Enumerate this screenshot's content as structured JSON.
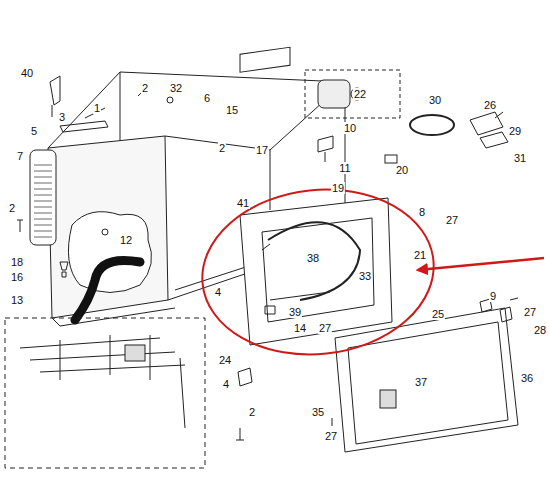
{
  "diagram": {
    "labels": [
      "40",
      "2",
      "32",
      "3",
      "1",
      "5",
      "7",
      "6",
      "15",
      "2",
      "22",
      "17",
      "10",
      "11",
      "30",
      "26",
      "29",
      "31",
      "20",
      "19",
      "41",
      "8",
      "27",
      "2",
      "12",
      "38",
      "21",
      "33",
      "18",
      "16",
      "4",
      "13",
      "39",
      "14",
      "27",
      "9",
      "25",
      "27",
      "28",
      "24",
      "4",
      "36",
      "37",
      "35",
      "2",
      "27"
    ]
  }
}
